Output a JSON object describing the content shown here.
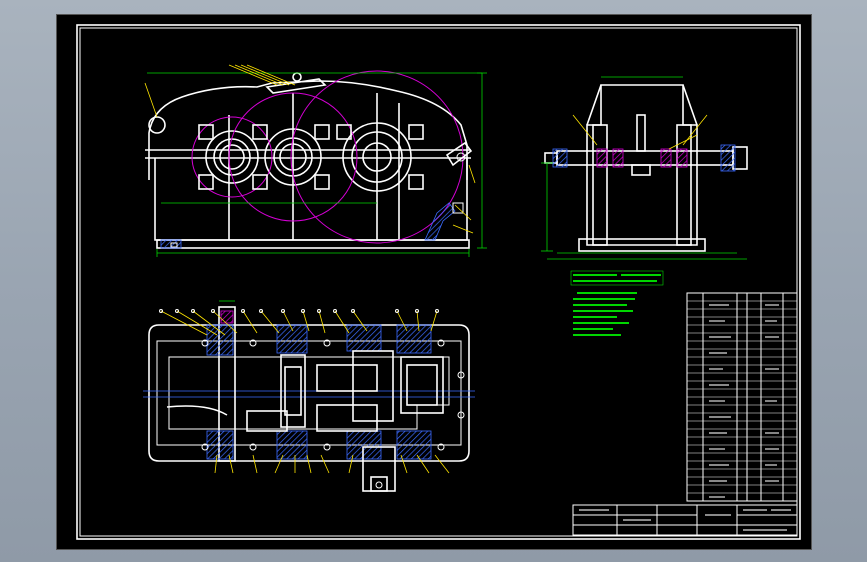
{
  "drawing": {
    "title": "",
    "colors": {
      "sheet_background": "#000000",
      "viewport_background": "#9aa5b2",
      "outline": "#ffffff",
      "pitch_circles": "#d400d4",
      "dimensions": "#00d600",
      "leaders": "#ffe500",
      "section_hatch": "#3b6bff"
    },
    "views": [
      "front-view",
      "side-view",
      "top-section-view"
    ],
    "notes": [
      "technical-requirements-block"
    ],
    "tables": [
      "parts-list-table",
      "title-block"
    ]
  }
}
